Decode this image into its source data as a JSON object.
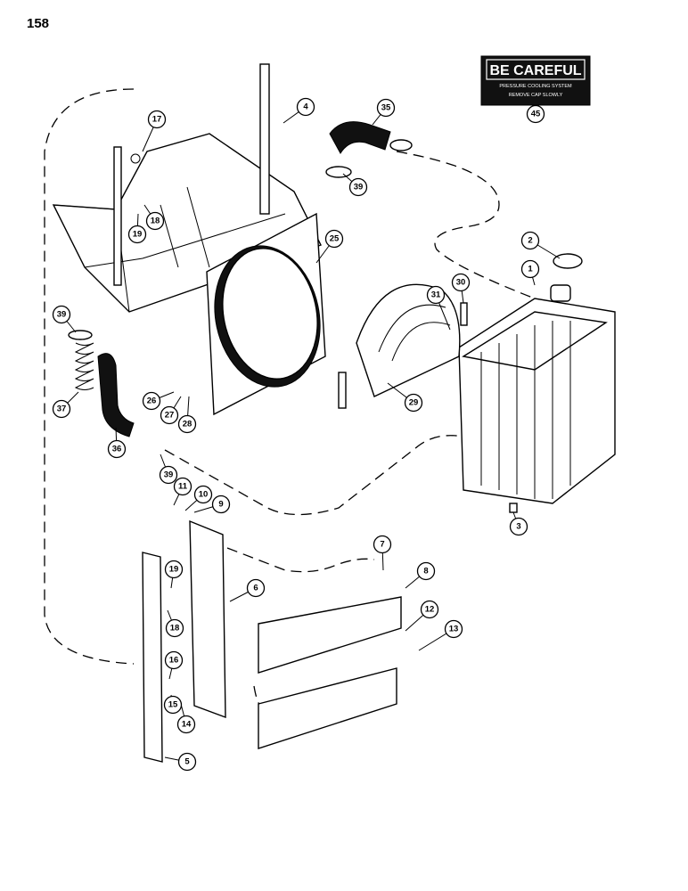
{
  "page_number": "158",
  "decal": {
    "title": "BE CAREFUL",
    "line1": "PRESSURE COOLING SYSTEM",
    "line2": "REMOVE CAP SLOWLY",
    "callout": "45"
  },
  "callouts": {
    "c1": "1",
    "c2": "2",
    "c3": "3",
    "c4": "4",
    "c5": "5",
    "c6": "6",
    "c7": "7",
    "c8": "8",
    "c9": "9",
    "c10": "10",
    "c11": "11",
    "c12": "12",
    "c13": "13",
    "c14": "14",
    "c15": "15",
    "c16": "16",
    "c17": "17",
    "c18a": "18",
    "c18b": "18",
    "c19a": "19",
    "c19b": "19",
    "c25": "25",
    "c26": "26",
    "c27": "27",
    "c28": "28",
    "c29": "29",
    "c30": "30",
    "c31": "31",
    "c35": "35",
    "c36": "36",
    "c37": "37",
    "c39a": "39",
    "c39b": "39",
    "c39c": "39"
  }
}
